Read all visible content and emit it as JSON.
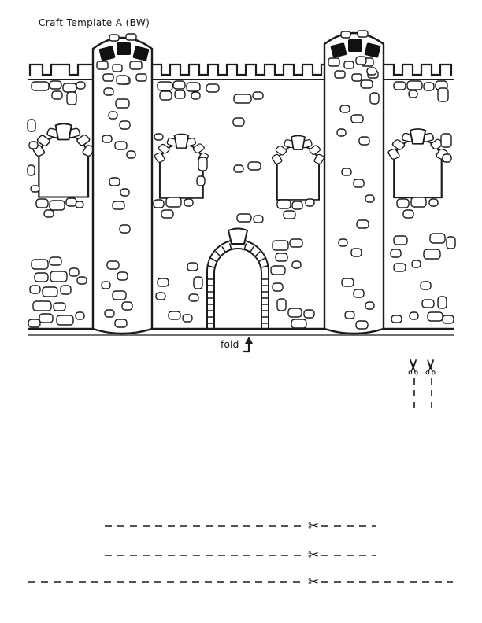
{
  "page": {
    "title": "Craft Template A (BW)"
  },
  "castle": {
    "fold_label": "fold"
  },
  "icons": {
    "scissors": "✂",
    "fold_arrow": "up-arrow"
  },
  "colors": {
    "ink": "#1b1b1b",
    "paper": "#ffffff"
  }
}
